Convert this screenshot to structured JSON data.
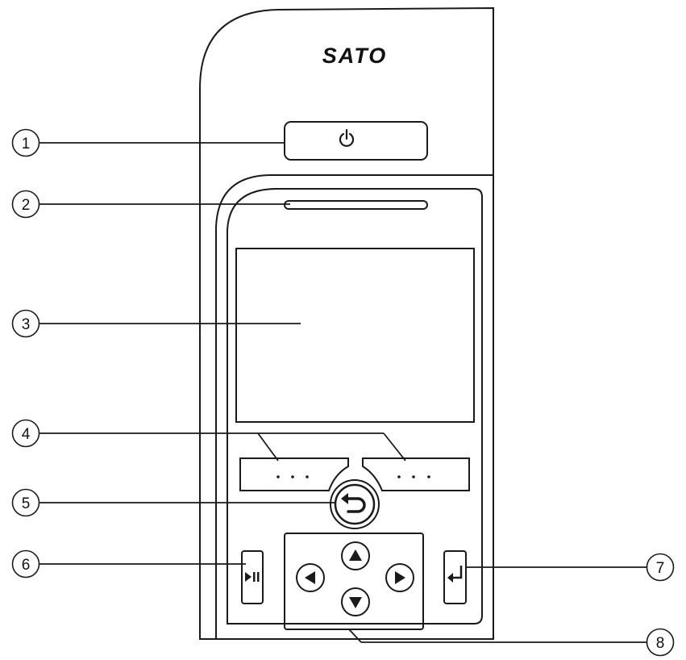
{
  "brand": {
    "logo_text": "SATO"
  },
  "callouts": [
    {
      "number": "1",
      "target": "power-button"
    },
    {
      "number": "2",
      "target": "status-led-bar"
    },
    {
      "number": "3",
      "target": "lcd-display"
    },
    {
      "number": "4",
      "target": "soft-keys"
    },
    {
      "number": "5",
      "target": "back-button"
    },
    {
      "number": "6",
      "target": "play-pause-button"
    },
    {
      "number": "7",
      "target": "enter-button"
    },
    {
      "number": "8",
      "target": "arrow-keypad"
    }
  ],
  "icons": {
    "power": "power-icon",
    "back": "return-arrow-icon",
    "play_pause": "play-pause-icon",
    "enter": "enter-icon",
    "up": "triangle-up-icon",
    "down": "triangle-down-icon",
    "left": "triangle-left-icon",
    "right": "triangle-right-icon"
  },
  "colors": {
    "line": "#1a1a1a",
    "background": "#ffffff"
  }
}
